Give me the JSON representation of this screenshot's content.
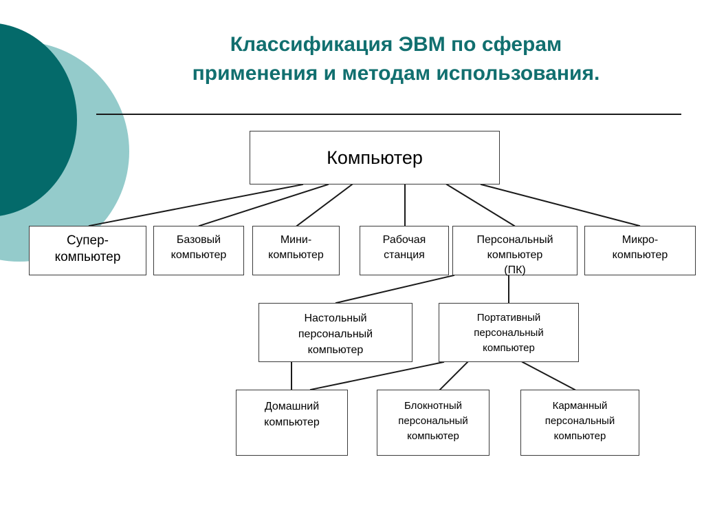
{
  "slide": {
    "background_color": "#ffffff",
    "title": {
      "line1": "Классификация ЭВМ по сферам",
      "line2": "применения и методам использования.",
      "color": "#116f6f"
    },
    "decoration": {
      "dark_circle_color": "#046a6a",
      "light_circle_color": "#94cbcb"
    },
    "rule_color": "#1a1a1a"
  },
  "diagram": {
    "type": "tree",
    "node_border_color": "#3a3a3a",
    "node_fill_color": "#ffffff",
    "connector_color": "#1a1a1a",
    "root": {
      "id": "computer",
      "label": "Компьютер"
    },
    "level2": [
      {
        "id": "supercomputer",
        "line1": "Супер-",
        "line2": "компьютер"
      },
      {
        "id": "mainframe",
        "line1": "Базовый",
        "line2": "компьютер"
      },
      {
        "id": "minicomputer",
        "line1": "Мини-",
        "line2": "компьютер"
      },
      {
        "id": "workstation",
        "line1": "Рабочая",
        "line2": "станция"
      },
      {
        "id": "personal",
        "line1": "Персональный",
        "line2": "компьютер",
        "line3": "(ПК)"
      },
      {
        "id": "microcomputer",
        "line1": "Микро-",
        "line2": "компьютер"
      }
    ],
    "level3": [
      {
        "id": "desktop",
        "line1": "Настольный",
        "line2": "персональный",
        "line3": "компьютер"
      },
      {
        "id": "portable",
        "line1": "Портативный",
        "line2": "персональный",
        "line3": "компьютер"
      }
    ],
    "level4": [
      {
        "id": "home",
        "line1": "Домашний",
        "line2": "компьютер",
        "line3": ""
      },
      {
        "id": "notebook",
        "line1": "Блокнотный",
        "line2": "персональный",
        "line3": "компьютер"
      },
      {
        "id": "pocket",
        "line1": "Карманный",
        "line2": "персональный",
        "line3": "компьютер"
      }
    ],
    "edges": [
      {
        "from": "computer",
        "to": "supercomputer"
      },
      {
        "from": "computer",
        "to": "mainframe"
      },
      {
        "from": "computer",
        "to": "minicomputer"
      },
      {
        "from": "computer",
        "to": "workstation"
      },
      {
        "from": "computer",
        "to": "personal"
      },
      {
        "from": "computer",
        "to": "microcomputer"
      },
      {
        "from": "personal",
        "to": "desktop"
      },
      {
        "from": "personal",
        "to": "portable"
      },
      {
        "from": "desktop",
        "to": "home"
      },
      {
        "from": "portable",
        "to": "home"
      },
      {
        "from": "portable",
        "to": "notebook"
      },
      {
        "from": "portable",
        "to": "pocket"
      }
    ]
  }
}
